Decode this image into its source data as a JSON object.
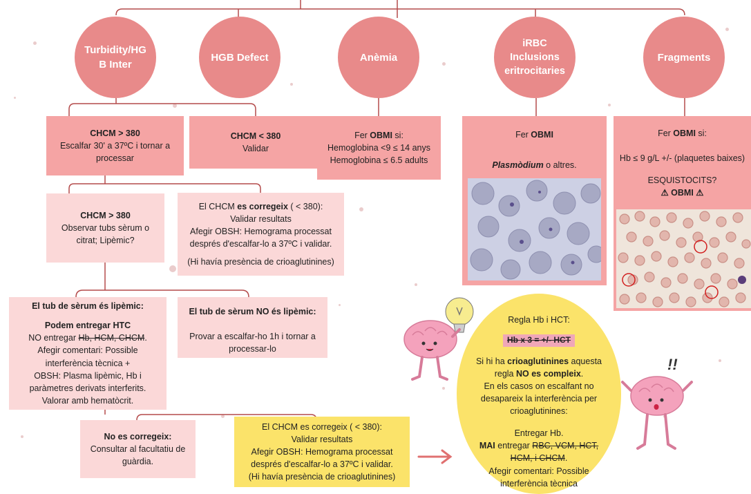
{
  "categories": [
    {
      "id": "turbidity",
      "label_line1": "Turbidity/HG",
      "label_line2": "B Inter"
    },
    {
      "id": "hgb-defect",
      "label_line1": "HGB Defect",
      "label_line2": ""
    },
    {
      "id": "anemia",
      "label_line1": "Anèmia",
      "label_line2": ""
    },
    {
      "id": "irbc",
      "label_line1": "iRBC",
      "label_line2": "Inclusions eritrocitaries"
    },
    {
      "id": "fragments",
      "label_line1": "Fragments",
      "label_line2": ""
    }
  ],
  "turbidity": {
    "box1": {
      "title": "CHCM > 380",
      "text": "Escalfar 30' a 37ºC i tornar a processar"
    },
    "box2": {
      "title": "CHCM > 380",
      "line1": "Observar tubs sèrum o",
      "line2": "citrat;  Lipèmic?"
    },
    "box3": {
      "line1_pre": "El CHCM ",
      "line1_bold": "es corregeix",
      "line1_post": " ( < 380):",
      "line2": "Validar resultats",
      "line3": "Afegir OBSH: Hemograma processat",
      "line4": "després d'escalfar-lo a 37ºC i validar.",
      "line5": "(Hi havía presència de crioaglutinines)"
    },
    "lipemic": {
      "title": "El tub de sèrum és lipèmic:",
      "subtitle": "Podem entregar HTC",
      "no_pre": "NO entregar ",
      "no_strike": "Hb, HCM, CHCM",
      "no_post": ".",
      "l1": "Afegir comentari: Possible",
      "l2": "interferència tècnica +",
      "l3": "OBSH: Plasma lipèmic, Hb i",
      "l4": "paràmetres derivats interferits.",
      "l5": "Valorar amb hematòcrit."
    },
    "not_lipemic": {
      "title": "El tub de sèrum NO és lipèmic:",
      "l1": "Provar a escalfar-ho 1h i tornar a",
      "l2": "processar-lo"
    },
    "not_corrected": {
      "title": "No es corregeix:",
      "l1": "Consultar al facultatiu de",
      "l2": "guàrdia."
    },
    "corrected": {
      "l1": "El CHCM es corregeix  ( < 380):",
      "l2": "Validar resultats",
      "l3": "Afegir OBSH: Hemograma processat",
      "l4": "després d'escalfar-lo a 37ºC i validar.",
      "l5": "(Hi havía presència de crioaglutinines)"
    }
  },
  "hgb_defect": {
    "title": "CHCM < 380",
    "text": "Validar"
  },
  "anemia": {
    "pre": "Fer ",
    "bold": "OBMI",
    "post": " si:",
    "l1": "Hemoglobina <9 ≤ 14 anys",
    "l2": "Hemoglobina ≤ 6.5 adults"
  },
  "irbc": {
    "pre": "Fer ",
    "bold": "OBMI",
    "italic": "Plasmòdium",
    "post": " o altres."
  },
  "fragments": {
    "pre": "Fer ",
    "bold": "OBMI",
    "post": " si:",
    "l1": "Hb ≤ 9 g/L +/- (plaquetes baixes)",
    "l2": "ESQUISTOCITS?",
    "l3": "⚠ OBMI ⚠"
  },
  "rule": {
    "title": "Regla Hb i HCT:",
    "formula": "Hb x 3 = +/- HCT",
    "p1_pre": "Si hi ha ",
    "p1_bold1": "crioaglutinines",
    "p1_mid": " aquesta",
    "p1_l2_pre": "regla ",
    "p1_bold2": "NO es compleix",
    "p1_l2_post": ".",
    "p2_l1": "En els casos on escalfant no",
    "p2_l2": "desapareix la interferència per",
    "p2_l3": "crioaglutinines:",
    "p3_l1": "Entregar Hb.",
    "p3_bold": "MAI",
    "p3_pre": " entregar ",
    "p3_strike1": "RBC, VCM, HCT,",
    "p3_strike2": "HCM, i CHCM",
    "p3_end": ".",
    "p4_l1": "Afegir comentari: Possible",
    "p4_l2": "interferència tècnica"
  },
  "decor": {
    "exclaim": "!!"
  },
  "colors": {
    "circle": "#e88a8a",
    "dark_box": "#f5a4a4",
    "light_box": "#fbd8d8",
    "yellow": "#fbe36a",
    "line": "#b44a4a",
    "arrow": "#e07070"
  }
}
